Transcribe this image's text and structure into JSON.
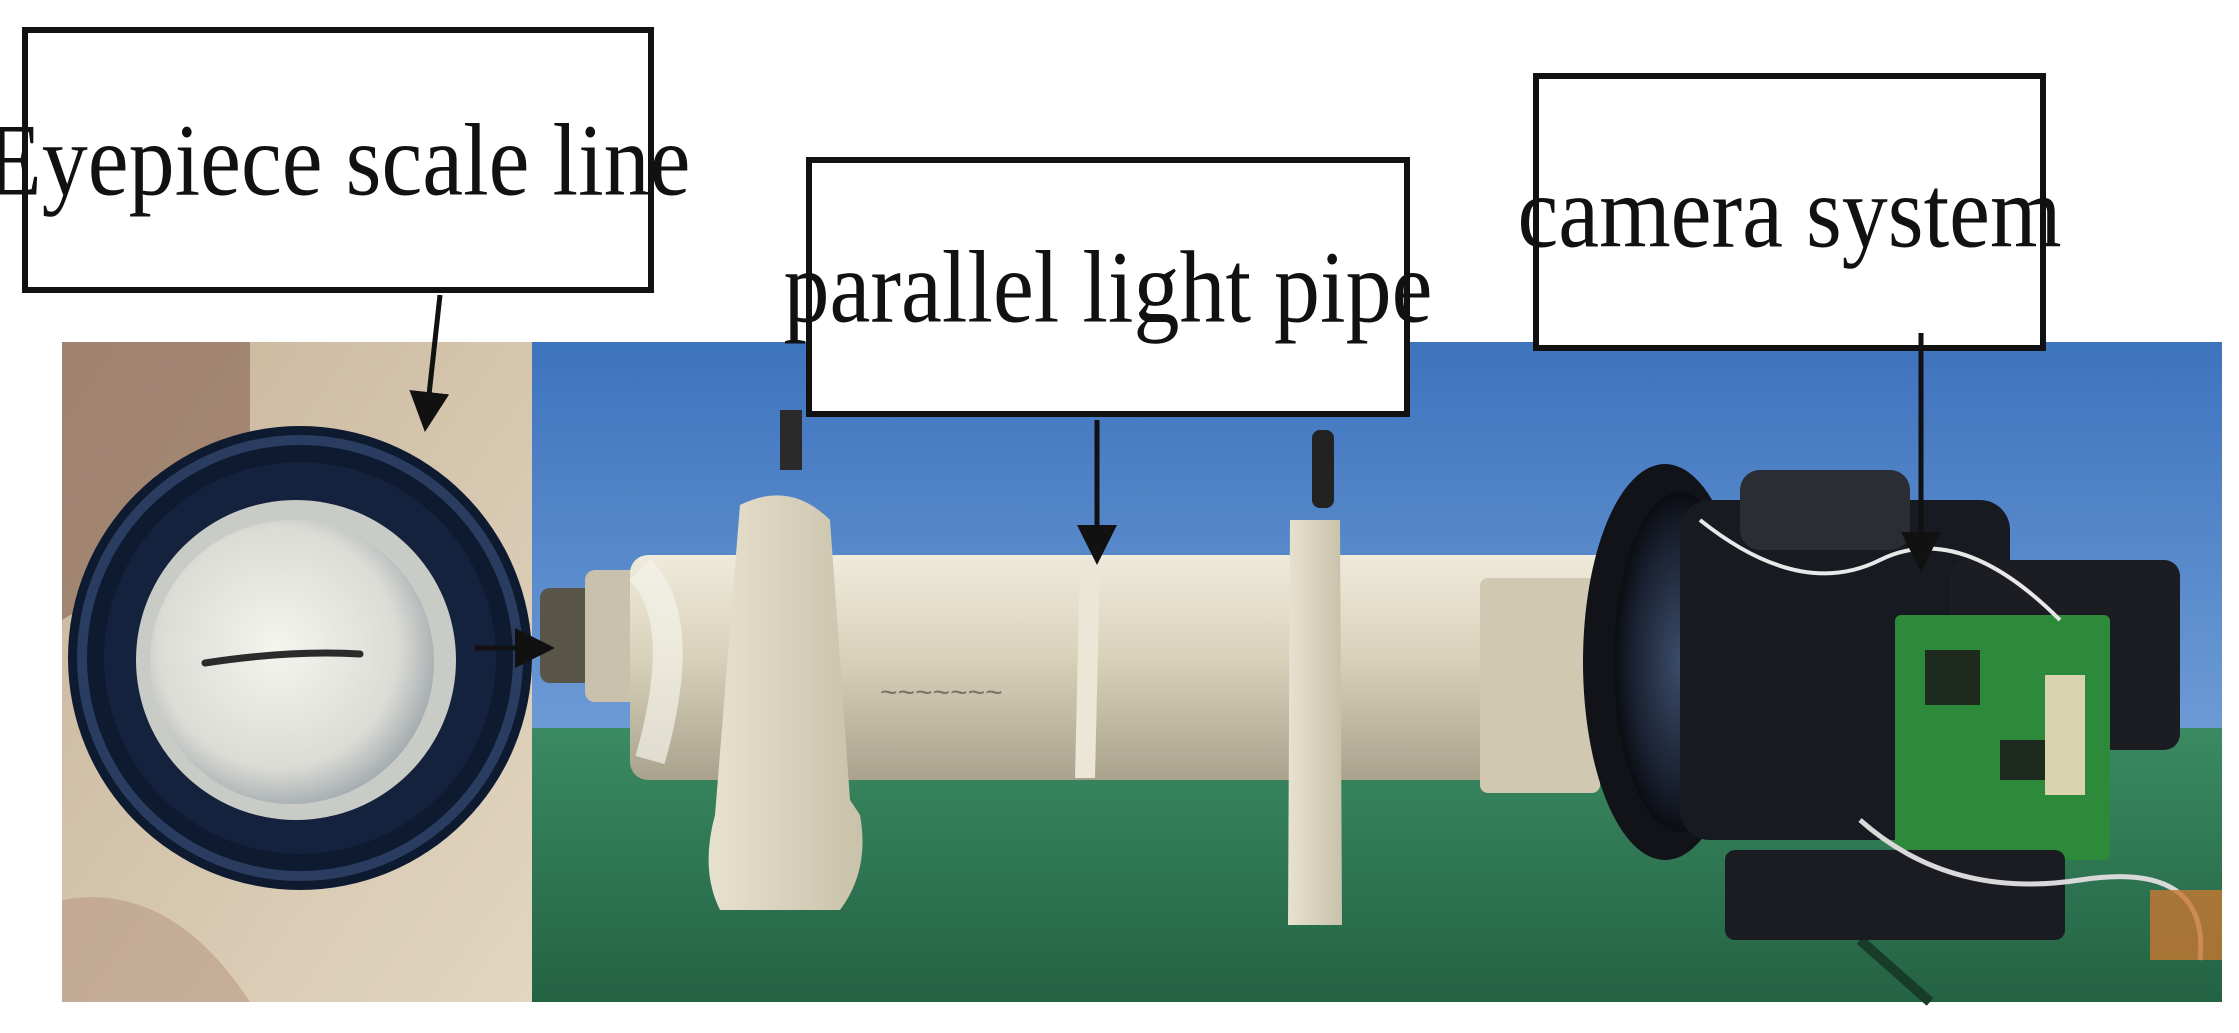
{
  "labels": {
    "eyepiece": "Eyepiece scale line",
    "pipe": "parallel light pipe",
    "camera": "camera system"
  },
  "colors": {
    "sky": "#4f83c8",
    "table": "#2f7a54",
    "pipe": "#d8d2bd",
    "lens_ring": "#16233c",
    "circuit": "#2c8a3a",
    "text": "#111111"
  }
}
